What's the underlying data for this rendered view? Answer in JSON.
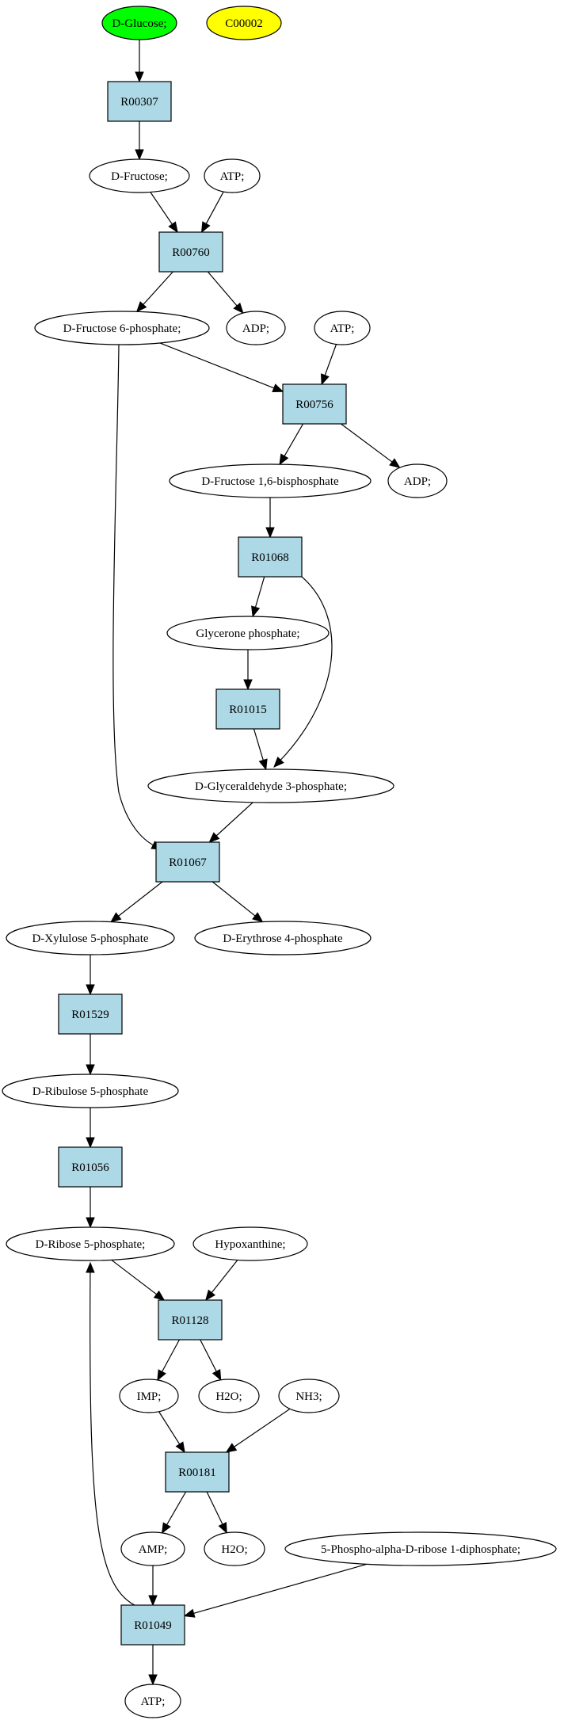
{
  "colors": {
    "compound_fill": "#ffffff",
    "reaction_fill": "#add8e6",
    "highlight_start": "#00ff00",
    "highlight_query": "#ffff00",
    "stroke": "#000000"
  },
  "nodes": {
    "glc": {
      "label": "D-Glucose;",
      "kind": "compound",
      "color": "#00ff00"
    },
    "c00002": {
      "label": "C00002",
      "kind": "compound",
      "color": "#ffff00"
    },
    "r00307": {
      "label": "R00307",
      "kind": "reaction"
    },
    "fru": {
      "label": "D-Fructose;",
      "kind": "compound"
    },
    "atp1": {
      "label": "ATP;",
      "kind": "compound"
    },
    "r00760": {
      "label": "R00760",
      "kind": "reaction"
    },
    "f6p": {
      "label": "D-Fructose 6-phosphate;",
      "kind": "compound"
    },
    "adp1": {
      "label": "ADP;",
      "kind": "compound"
    },
    "atp2": {
      "label": "ATP;",
      "kind": "compound"
    },
    "r00756": {
      "label": "R00756",
      "kind": "reaction"
    },
    "fbp": {
      "label": "D-Fructose 1,6-bisphosphate",
      "kind": "compound"
    },
    "adp2": {
      "label": "ADP;",
      "kind": "compound"
    },
    "r01068": {
      "label": "R01068",
      "kind": "reaction"
    },
    "dhap": {
      "label": "Glycerone phosphate;",
      "kind": "compound"
    },
    "r01015": {
      "label": "R01015",
      "kind": "reaction"
    },
    "g3p": {
      "label": "D-Glyceraldehyde 3-phosphate;",
      "kind": "compound"
    },
    "r01067": {
      "label": "R01067",
      "kind": "reaction"
    },
    "xu5p": {
      "label": "D-Xylulose 5-phosphate",
      "kind": "compound"
    },
    "e4p": {
      "label": "D-Erythrose 4-phosphate",
      "kind": "compound"
    },
    "r01529": {
      "label": "R01529",
      "kind": "reaction"
    },
    "ru5p": {
      "label": "D-Ribulose 5-phosphate",
      "kind": "compound"
    },
    "r01056": {
      "label": "R01056",
      "kind": "reaction"
    },
    "r5p": {
      "label": "D-Ribose 5-phosphate;",
      "kind": "compound"
    },
    "hyp": {
      "label": "Hypoxanthine;",
      "kind": "compound"
    },
    "r01128": {
      "label": "R01128",
      "kind": "reaction"
    },
    "imp": {
      "label": "IMP;",
      "kind": "compound"
    },
    "h2o1": {
      "label": "H2O;",
      "kind": "compound"
    },
    "nh3": {
      "label": "NH3;",
      "kind": "compound"
    },
    "r00181": {
      "label": "R00181",
      "kind": "reaction"
    },
    "amp": {
      "label": "AMP;",
      "kind": "compound"
    },
    "h2o2": {
      "label": "H2O;",
      "kind": "compound"
    },
    "prpp": {
      "label": "5-Phospho-alpha-D-ribose 1-diphosphate;",
      "kind": "compound"
    },
    "r01049": {
      "label": "R01049",
      "kind": "reaction"
    },
    "atp3": {
      "label": "ATP;",
      "kind": "compound"
    }
  },
  "edges": [
    {
      "from": "glc",
      "to": "r00307"
    },
    {
      "from": "r00307",
      "to": "fru"
    },
    {
      "from": "fru",
      "to": "r00760"
    },
    {
      "from": "atp1",
      "to": "r00760"
    },
    {
      "from": "r00760",
      "to": "f6p"
    },
    {
      "from": "r00760",
      "to": "adp1"
    },
    {
      "from": "f6p",
      "to": "r00756"
    },
    {
      "from": "atp2",
      "to": "r00756"
    },
    {
      "from": "r00756",
      "to": "fbp"
    },
    {
      "from": "r00756",
      "to": "adp2"
    },
    {
      "from": "fbp",
      "to": "r01068"
    },
    {
      "from": "r01068",
      "to": "dhap"
    },
    {
      "from": "r01068",
      "to": "g3p"
    },
    {
      "from": "dhap",
      "to": "r01015"
    },
    {
      "from": "r01015",
      "to": "g3p"
    },
    {
      "from": "f6p",
      "to": "r01067"
    },
    {
      "from": "g3p",
      "to": "r01067"
    },
    {
      "from": "r01067",
      "to": "xu5p"
    },
    {
      "from": "r01067",
      "to": "e4p"
    },
    {
      "from": "xu5p",
      "to": "r01529"
    },
    {
      "from": "r01529",
      "to": "ru5p"
    },
    {
      "from": "ru5p",
      "to": "r01056"
    },
    {
      "from": "r01056",
      "to": "r5p"
    },
    {
      "from": "r5p",
      "to": "r01128"
    },
    {
      "from": "hyp",
      "to": "r01128"
    },
    {
      "from": "r01128",
      "to": "imp"
    },
    {
      "from": "r01128",
      "to": "h2o1"
    },
    {
      "from": "imp",
      "to": "r00181"
    },
    {
      "from": "nh3",
      "to": "r00181"
    },
    {
      "from": "r00181",
      "to": "amp"
    },
    {
      "from": "r00181",
      "to": "h2o2"
    },
    {
      "from": "amp",
      "to": "r01049"
    },
    {
      "from": "prpp",
      "to": "r01049"
    },
    {
      "from": "r01049",
      "to": "r5p"
    },
    {
      "from": "r01049",
      "to": "atp3"
    }
  ]
}
